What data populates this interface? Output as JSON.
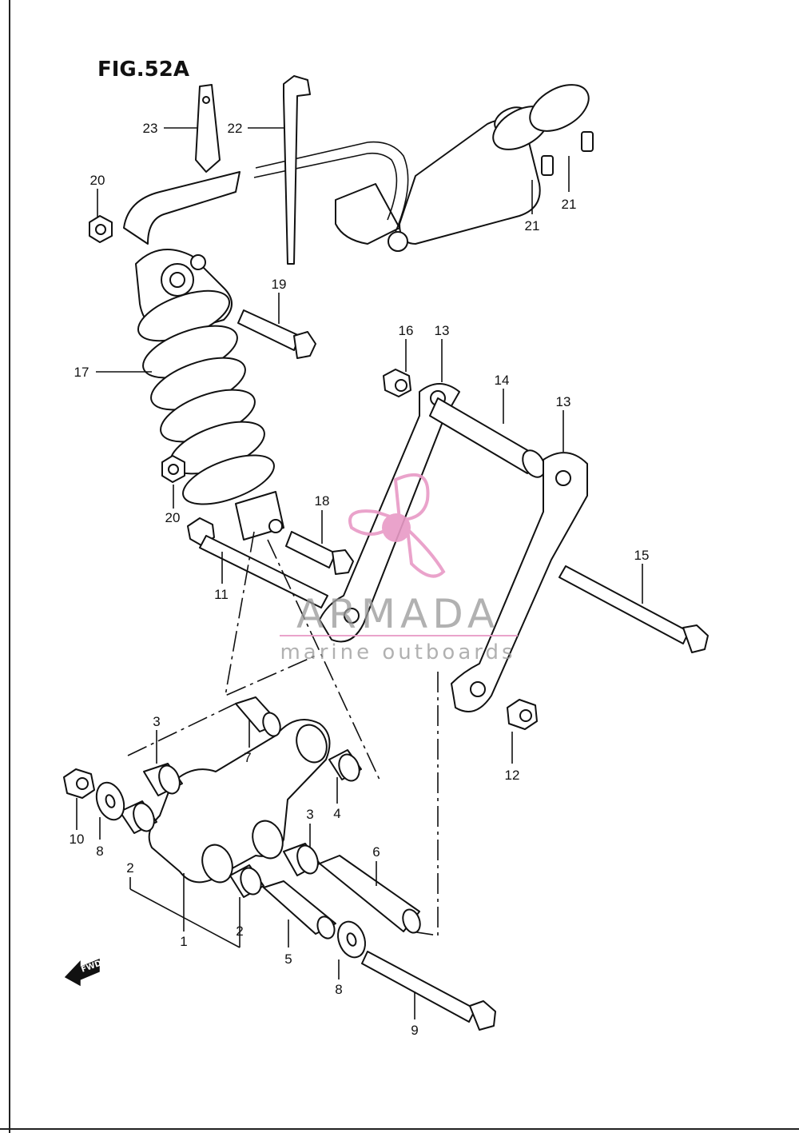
{
  "figure": {
    "title": "FIG.52A"
  },
  "callouts": [
    {
      "id": "c23",
      "text": "23"
    },
    {
      "id": "c22",
      "text": "22"
    },
    {
      "id": "c20a",
      "text": "20"
    },
    {
      "id": "c21a",
      "text": "21"
    },
    {
      "id": "c21b",
      "text": "21"
    },
    {
      "id": "c19",
      "text": "19"
    },
    {
      "id": "c16",
      "text": "16"
    },
    {
      "id": "c13a",
      "text": "13"
    },
    {
      "id": "c14",
      "text": "14"
    },
    {
      "id": "c13b",
      "text": "13"
    },
    {
      "id": "c17",
      "text": "17"
    },
    {
      "id": "c20b",
      "text": "20"
    },
    {
      "id": "c18",
      "text": "18"
    },
    {
      "id": "c11",
      "text": "11"
    },
    {
      "id": "c15",
      "text": "15"
    },
    {
      "id": "c12",
      "text": "12"
    },
    {
      "id": "c3a",
      "text": "3"
    },
    {
      "id": "c7",
      "text": "7"
    },
    {
      "id": "c4",
      "text": "4"
    },
    {
      "id": "c10",
      "text": "10"
    },
    {
      "id": "c8a",
      "text": "8"
    },
    {
      "id": "c3b",
      "text": "3"
    },
    {
      "id": "c6",
      "text": "6"
    },
    {
      "id": "c2a",
      "text": "2"
    },
    {
      "id": "c2b",
      "text": "2"
    },
    {
      "id": "c1",
      "text": "1"
    },
    {
      "id": "c5",
      "text": "5"
    },
    {
      "id": "c8b",
      "text": "8"
    },
    {
      "id": "c9",
      "text": "9"
    }
  ],
  "watermark": {
    "title": "ARMADA",
    "subtitle": "marine outboards",
    "color": "#e89ac6"
  },
  "fwd_badge": {
    "text": "FWD",
    "icon": "forward-arrow-icon"
  }
}
